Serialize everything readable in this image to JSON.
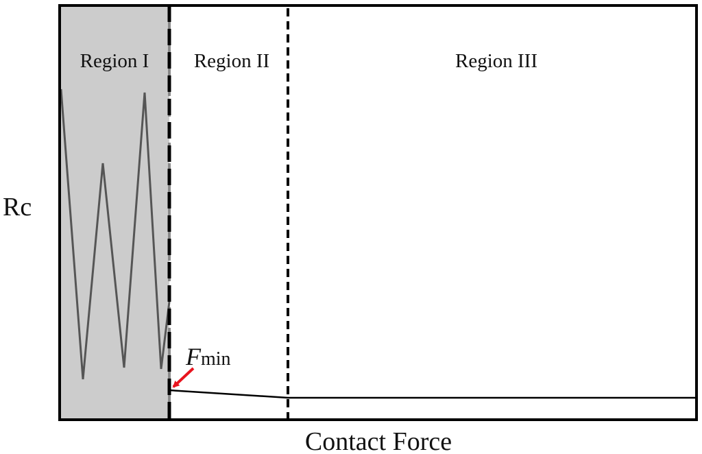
{
  "chart_data": {
    "type": "line",
    "xlabel": "Contact Force",
    "ylabel": "Rc",
    "regions": [
      {
        "label": "Region I",
        "shaded": true
      },
      {
        "label": "Region II",
        "shaded": false
      },
      {
        "label": "Region III",
        "shaded": false
      }
    ],
    "annotation": {
      "main": "F",
      "sub": "min"
    },
    "colors": {
      "shade": "#cccccc",
      "trace": "#555555",
      "arrow": "#e8141e",
      "frame": "#000000"
    }
  }
}
